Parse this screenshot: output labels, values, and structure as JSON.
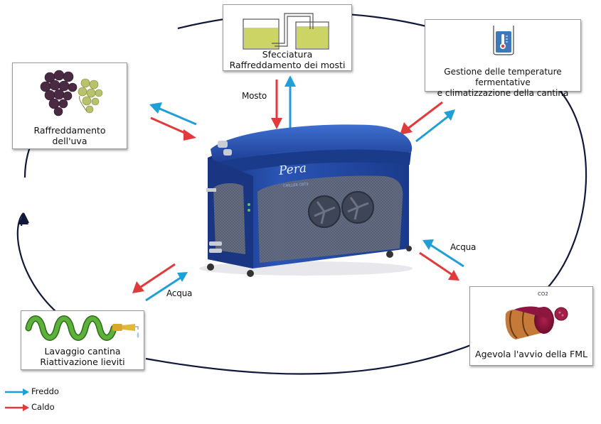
{
  "colors": {
    "cold": "#1f9fd8",
    "hot": "#e03a3a",
    "cycle": "#10183c",
    "machine_body": "#1d3f93",
    "grape_dark": "#4a2a42",
    "grape_light": "#b8c26a",
    "tank_fill": "#ccd466",
    "barrel": "#c67a3a",
    "hose": "#4c9a2a"
  },
  "nodes": {
    "grapes": {
      "lines": [
        "Raffreddamento",
        "dell'uva"
      ],
      "icon": "grapes-icon"
    },
    "must": {
      "lines": [
        "Sfecciatura",
        "Raffreddamento dei mosti"
      ],
      "icon": "tanks-icon"
    },
    "temperature": {
      "lines": [
        "Gestione delle temperature fermentative",
        "e climatizzazione della cantina"
      ],
      "icon": "thermometer-icon"
    },
    "fml": {
      "lines": [
        "Agevola l'avvio della FML"
      ],
      "icon": "barrel-icon",
      "co2": "CO2"
    },
    "washing": {
      "lines": [
        "Lavaggio cantina",
        "Riattivazione lieviti"
      ],
      "icon": "hose-icon"
    }
  },
  "machine": {
    "brand": "Pera",
    "model": "CHILLER CBT3"
  },
  "arrow_labels": {
    "mosto": "Mosto",
    "acqua_right": "Acqua",
    "acqua_left": "Acqua"
  },
  "legend": {
    "cold": "Freddo",
    "hot": "Caldo"
  }
}
